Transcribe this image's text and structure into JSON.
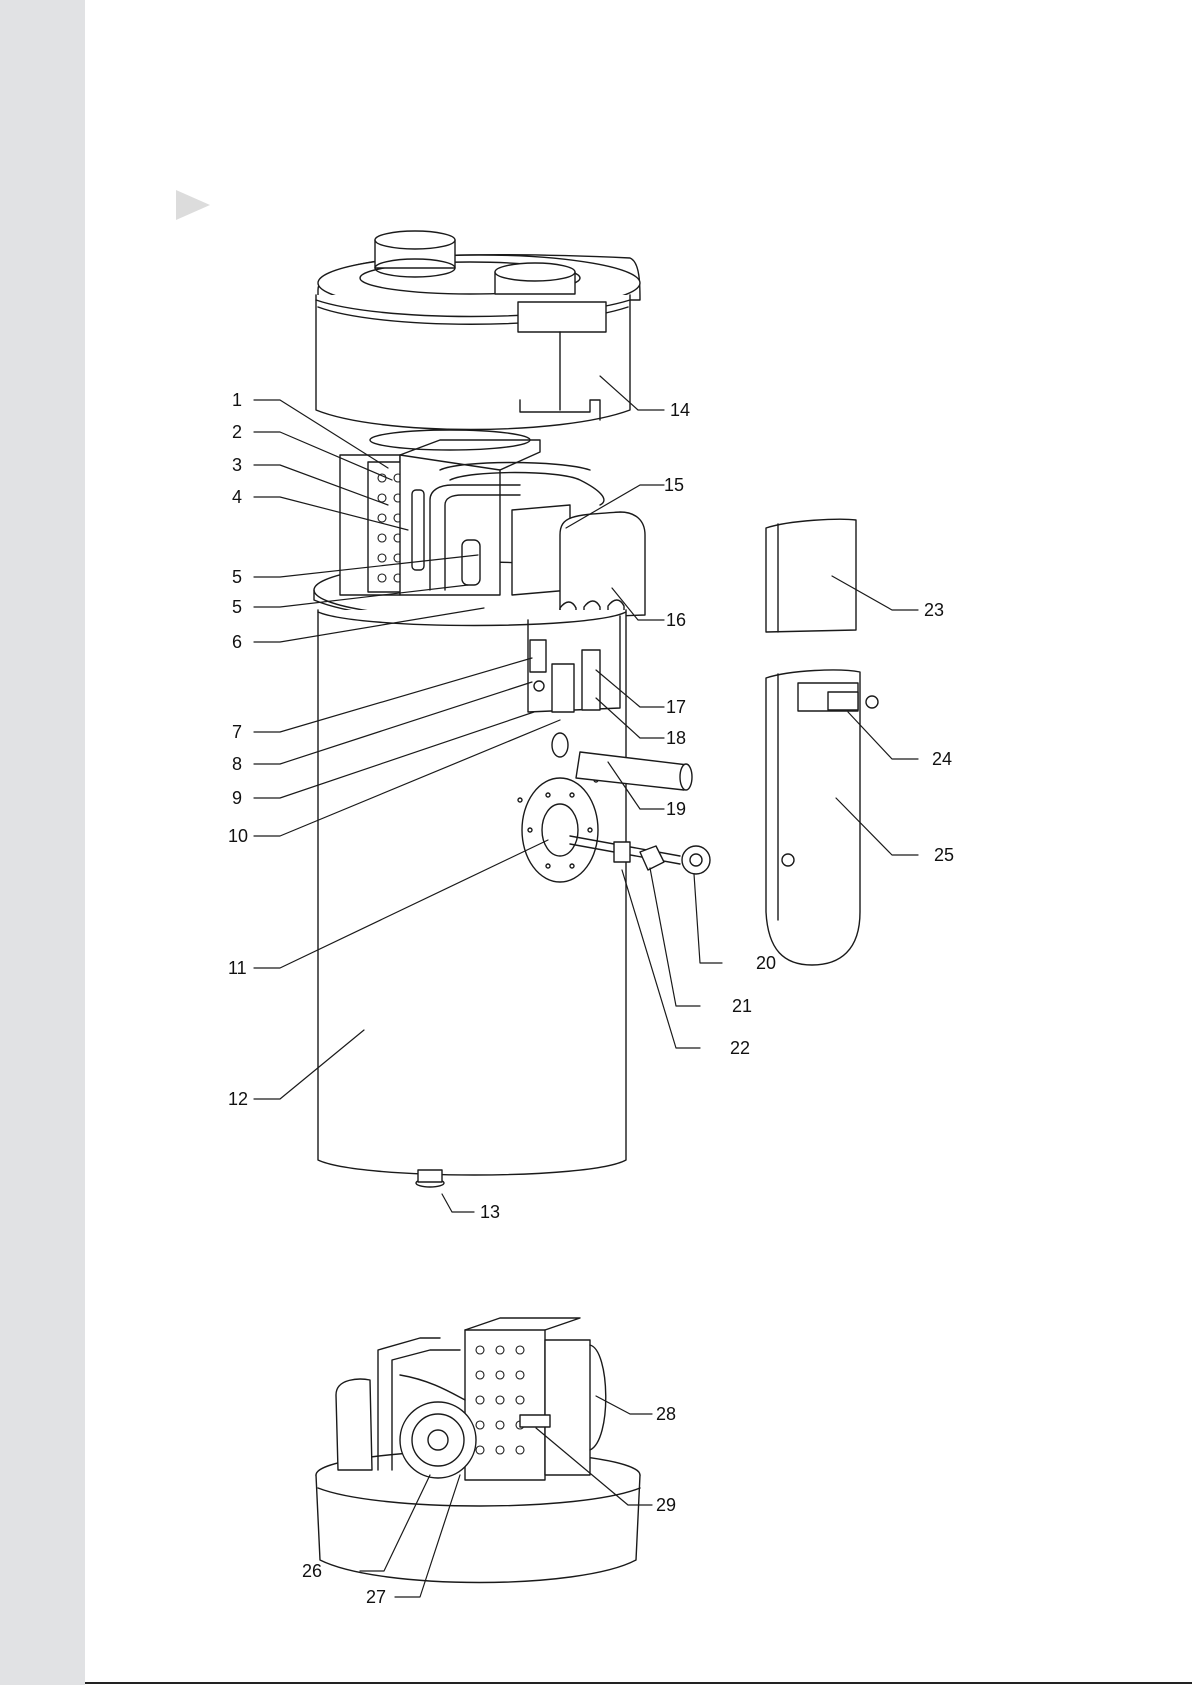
{
  "colors": {
    "sidebar": "#e1e2e4",
    "line": "#1a1a1a",
    "marker": "#dcdcdc"
  },
  "section_marker_icon": "triangle-pointer-icon",
  "callouts": [
    {
      "id": "c1",
      "label": "1"
    },
    {
      "id": "c2",
      "label": "2"
    },
    {
      "id": "c3",
      "label": "3"
    },
    {
      "id": "c4",
      "label": "4"
    },
    {
      "id": "c5a",
      "label": "5"
    },
    {
      "id": "c5b",
      "label": "5"
    },
    {
      "id": "c6",
      "label": "6"
    },
    {
      "id": "c7",
      "label": "7"
    },
    {
      "id": "c8",
      "label": "8"
    },
    {
      "id": "c9",
      "label": "9"
    },
    {
      "id": "c10",
      "label": "10"
    },
    {
      "id": "c11",
      "label": "11"
    },
    {
      "id": "c12",
      "label": "12"
    },
    {
      "id": "c13",
      "label": "13"
    },
    {
      "id": "c14",
      "label": "14"
    },
    {
      "id": "c15",
      "label": "15"
    },
    {
      "id": "c16",
      "label": "16"
    },
    {
      "id": "c17",
      "label": "17"
    },
    {
      "id": "c18",
      "label": "18"
    },
    {
      "id": "c19",
      "label": "19"
    },
    {
      "id": "c20",
      "label": "20"
    },
    {
      "id": "c21",
      "label": "21"
    },
    {
      "id": "c22",
      "label": "22"
    },
    {
      "id": "c23",
      "label": "23"
    },
    {
      "id": "c24",
      "label": "24"
    },
    {
      "id": "c25",
      "label": "25"
    },
    {
      "id": "c26",
      "label": "26"
    },
    {
      "id": "c27",
      "label": "27"
    },
    {
      "id": "c28",
      "label": "28"
    },
    {
      "id": "c29",
      "label": "29"
    }
  ]
}
